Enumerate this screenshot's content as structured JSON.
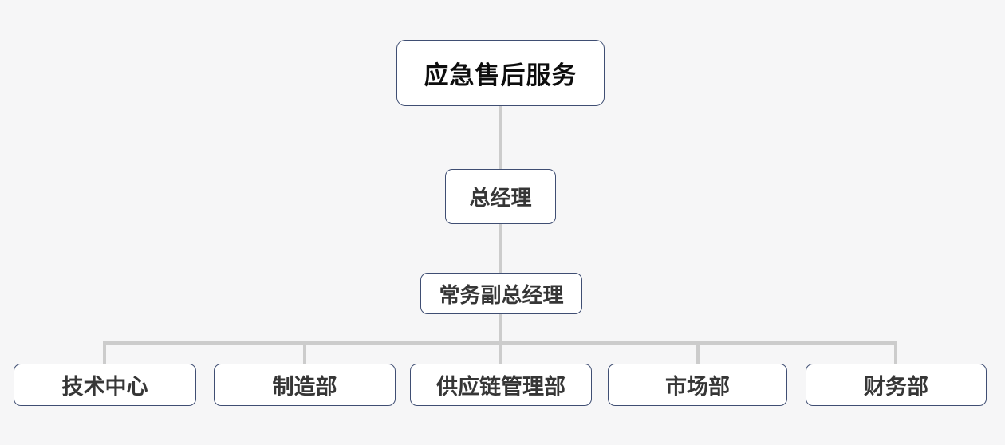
{
  "palette": {
    "background": "#f6f6f7",
    "box_fill": "#ffffff",
    "box_border": "#3f4e73",
    "connector": "#cccccc",
    "root_text": "#0d0d0d",
    "node_text": "#363636"
  },
  "org": {
    "root": {
      "label": "应急售后服务"
    },
    "general_manager": {
      "label": "总经理"
    },
    "deputy_general_manager": {
      "label": "常务副总经理"
    },
    "departments": [
      {
        "label": "技术中心"
      },
      {
        "label": "制造部"
      },
      {
        "label": "供应链管理部"
      },
      {
        "label": "市场部"
      },
      {
        "label": "财务部"
      }
    ]
  }
}
